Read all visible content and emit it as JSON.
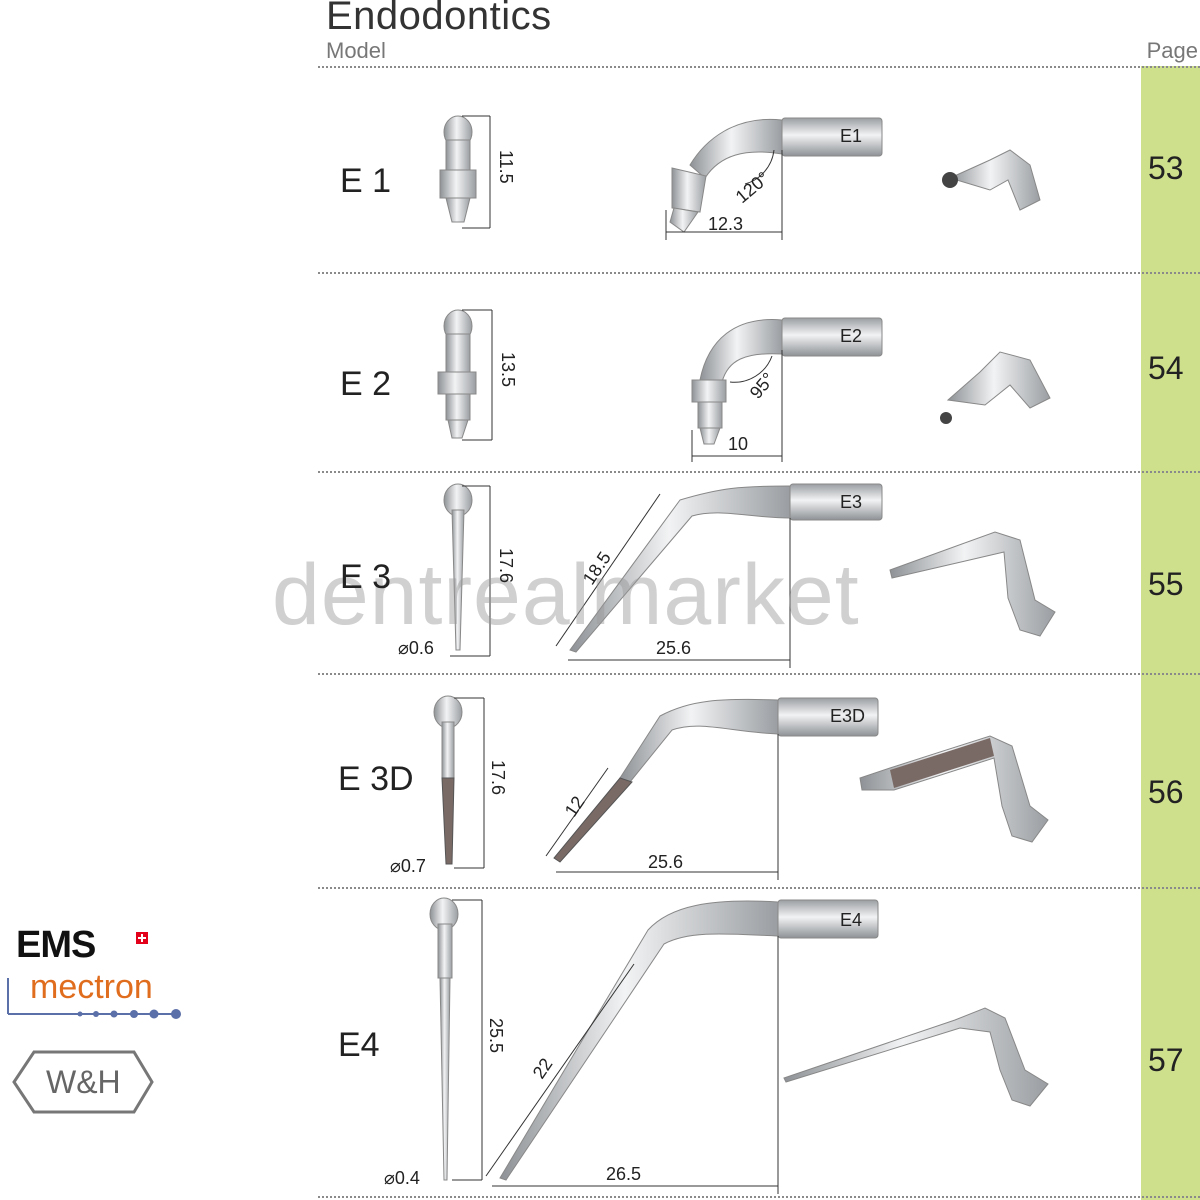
{
  "header": {
    "title": "Endodontics",
    "model_label": "Model",
    "page_label": "Page"
  },
  "watermark": "dentrealmarket",
  "rows": [
    {
      "model": "E 1",
      "page": "53",
      "length": "11.5",
      "tip_label": "E1",
      "angle": "120°",
      "width": "12.3"
    },
    {
      "model": "E 2",
      "page": "54",
      "length": "13.5",
      "tip_label": "E2",
      "angle": "95°",
      "width": "10"
    },
    {
      "model": "E 3",
      "page": "55",
      "length": "17.6",
      "diameter": "⌀0.6",
      "tip_label": "E3",
      "diag": "18.5",
      "width": "25.6"
    },
    {
      "model": "E 3D",
      "page": "56",
      "length": "17.6",
      "diameter": "⌀0.7",
      "tip_label": "E3D",
      "diag": "12",
      "width": "25.6"
    },
    {
      "model": "E4",
      "page": "57",
      "length": "25.5",
      "diameter": "⌀0.4",
      "tip_label": "E4",
      "diag": "22",
      "width": "26.5"
    }
  ],
  "brands": {
    "ems": "EMS",
    "mectron": "mectron",
    "wh": "W&H"
  },
  "colors": {
    "page_column": "#cfe08d",
    "mectron": "#e06d1e",
    "ems_cross": "#e2001a"
  }
}
